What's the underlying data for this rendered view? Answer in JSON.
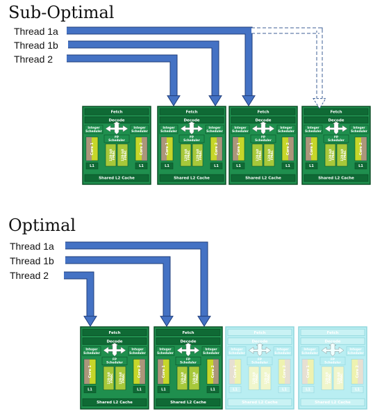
{
  "sections": [
    {
      "title": "Sub-Optimal",
      "threads": [
        "Thread 1a",
        "Thread 1b",
        "Thread 2"
      ],
      "modules": [
        {
          "state": "active"
        },
        {
          "state": "active"
        },
        {
          "state": "active"
        },
        {
          "state": "active"
        }
      ]
    },
    {
      "title": "Optimal",
      "threads": [
        "Thread 1a",
        "Thread 1b",
        "Thread 2"
      ],
      "modules": [
        {
          "state": "active"
        },
        {
          "state": "active"
        },
        {
          "state": "inactive"
        },
        {
          "state": "inactive"
        }
      ]
    }
  ],
  "module_labels": {
    "fetch": "Fetch",
    "decode": "Decode",
    "int_sched_left": "Integer Scheduler",
    "int_sched_right": "Integer Scheduler",
    "fp_sched": "FP Scheduler",
    "core1": "Core 1",
    "core2": "Core 2",
    "fmac1": "128-bit FMAC",
    "fmac2": "128-bit FMAC",
    "l1_left": "L1",
    "l1_right": "L1",
    "l2": "Shared L2 Cache"
  },
  "colors": {
    "arrow": "#4472c4",
    "arrow_stroke": "#1f3d7a",
    "module_green": "#1f8f4e",
    "module_dark": "#0b4f27",
    "inactive_module": "#b9eef2"
  }
}
